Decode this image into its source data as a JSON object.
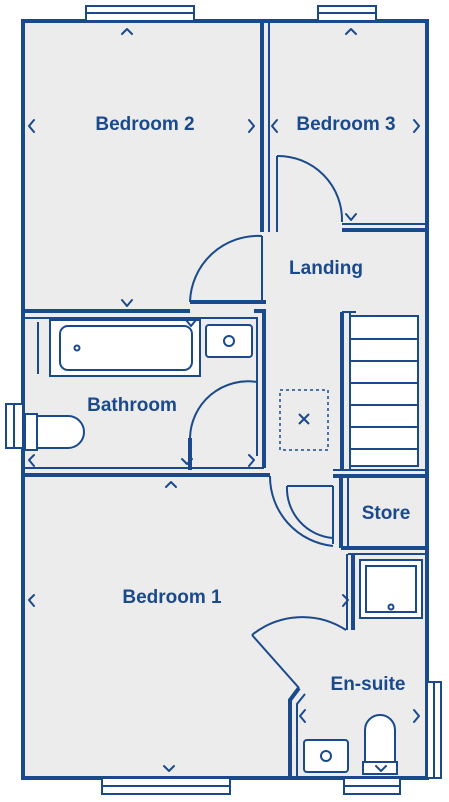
{
  "rooms": {
    "bedroom2": "Bedroom 2",
    "bedroom3": "Bedroom 3",
    "landing": "Landing",
    "bathroom": "Bathroom",
    "store": "Store",
    "bedroom1": "Bedroom 1",
    "ensuite": "En-suite"
  },
  "colors": {
    "line": "#1a4a8c",
    "floor": "#ececec"
  }
}
